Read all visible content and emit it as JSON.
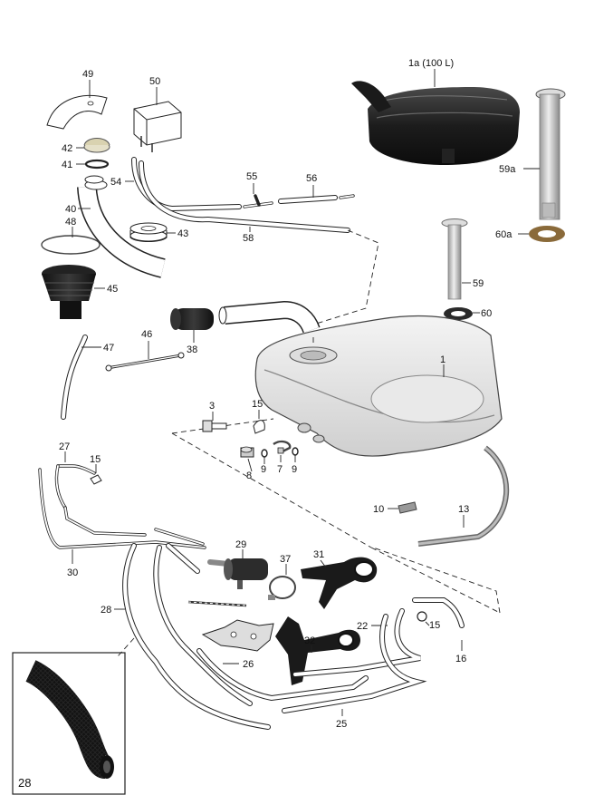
{
  "parts": [
    {
      "id": "49",
      "label": "49"
    },
    {
      "id": "50",
      "label": "50"
    },
    {
      "id": "1a",
      "label": "1a (100 L)"
    },
    {
      "id": "42",
      "label": "42"
    },
    {
      "id": "41",
      "label": "41"
    },
    {
      "id": "54",
      "label": "54"
    },
    {
      "id": "55",
      "label": "55"
    },
    {
      "id": "56",
      "label": "56"
    },
    {
      "id": "59a",
      "label": "59a"
    },
    {
      "id": "40",
      "label": "40"
    },
    {
      "id": "48",
      "label": "48"
    },
    {
      "id": "43",
      "label": "43"
    },
    {
      "id": "58",
      "label": "58"
    },
    {
      "id": "60a",
      "label": "60a"
    },
    {
      "id": "45",
      "label": "45"
    },
    {
      "id": "59",
      "label": "59"
    },
    {
      "id": "60",
      "label": "60"
    },
    {
      "id": "38",
      "label": "38"
    },
    {
      "id": "46",
      "label": "46"
    },
    {
      "id": "47",
      "label": "47"
    },
    {
      "id": "1",
      "label": "1"
    },
    {
      "id": "3",
      "label": "3"
    },
    {
      "id": "15a",
      "label": "15"
    },
    {
      "id": "27",
      "label": "27"
    },
    {
      "id": "15b",
      "label": "15"
    },
    {
      "id": "9a",
      "label": "9"
    },
    {
      "id": "7",
      "label": "7"
    },
    {
      "id": "9b",
      "label": "9"
    },
    {
      "id": "8",
      "label": "8"
    },
    {
      "id": "10",
      "label": "10"
    },
    {
      "id": "13",
      "label": "13"
    },
    {
      "id": "30",
      "label": "30"
    },
    {
      "id": "29",
      "label": "29"
    },
    {
      "id": "37",
      "label": "37"
    },
    {
      "id": "31",
      "label": "31"
    },
    {
      "id": "28a",
      "label": "28"
    },
    {
      "id": "22",
      "label": "22"
    },
    {
      "id": "15c",
      "label": "15"
    },
    {
      "id": "32",
      "label": "32"
    },
    {
      "id": "16",
      "label": "16"
    },
    {
      "id": "26",
      "label": "26"
    },
    {
      "id": "25",
      "label": "25"
    },
    {
      "id": "28b",
      "label": "28"
    }
  ]
}
